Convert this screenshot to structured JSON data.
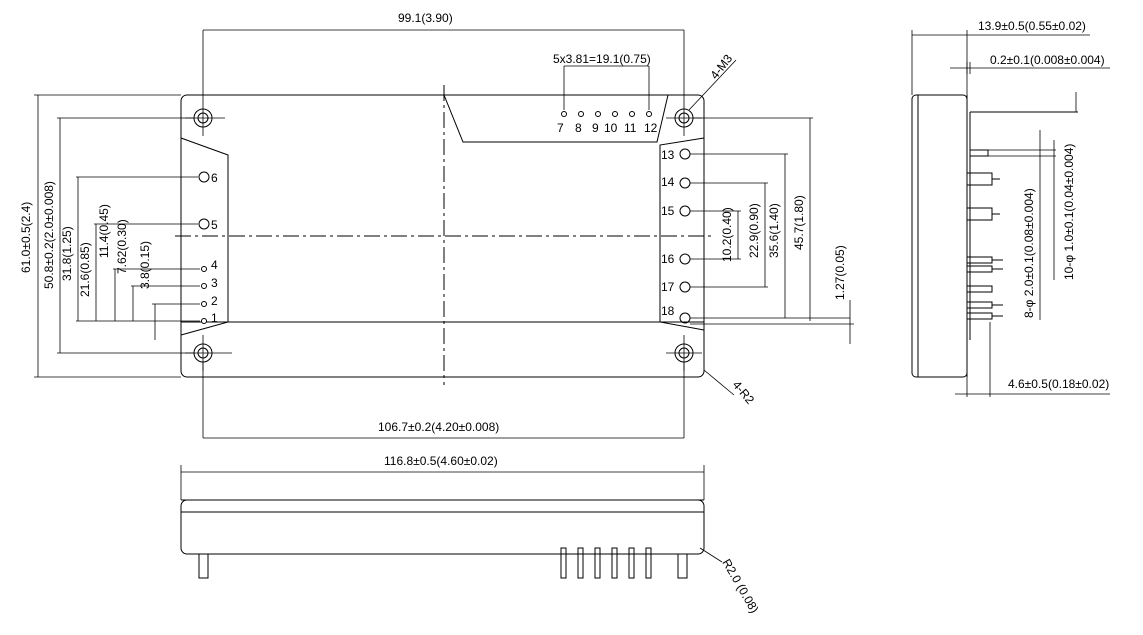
{
  "top": {
    "width_label": "99.1(3.90)",
    "pitch_label": "5x3.81=19.1(0.75)",
    "mount_label": "4-M3",
    "corner_label": "4-R2",
    "hole_span_label": "106.7±0.2(4.20±0.008)",
    "left_dims": [
      "61.0±0.5(2.4)",
      "50.8±0.2(2.0±0.008)",
      "31.8(1.25)",
      "21.6(0.85)",
      "11.4(0.45)",
      "7.62(0.30)",
      "3.8(0.15)"
    ],
    "right_dims": [
      "10.2(0.40)",
      "22.9(0.90)",
      "35.6(1.40)",
      "45.7(1.80)",
      "1.27(0.05)"
    ],
    "pins_top": [
      "7",
      "8",
      "9",
      "10",
      "11",
      "12"
    ],
    "pins_left": [
      "6",
      "5",
      "4",
      "3",
      "2",
      "1"
    ],
    "pins_right": [
      "13",
      "14",
      "15",
      "16",
      "17",
      "18"
    ]
  },
  "side": {
    "depth_label": "13.9±0.5(0.55±0.02)",
    "flange_label": "0.2±0.1(0.008±0.004)",
    "pin_small_label": "8-φ 2.0±0.1(0.08±0.004)",
    "pin_large_label": "10-φ 1.0±0.1(0.04±0.004)",
    "pin_length_label": "4.6±0.5(0.18±0.02)"
  },
  "bottom": {
    "length_label": "116.8±0.5(4.60±0.02)",
    "corner_label": "R2.0 (0.08)"
  }
}
